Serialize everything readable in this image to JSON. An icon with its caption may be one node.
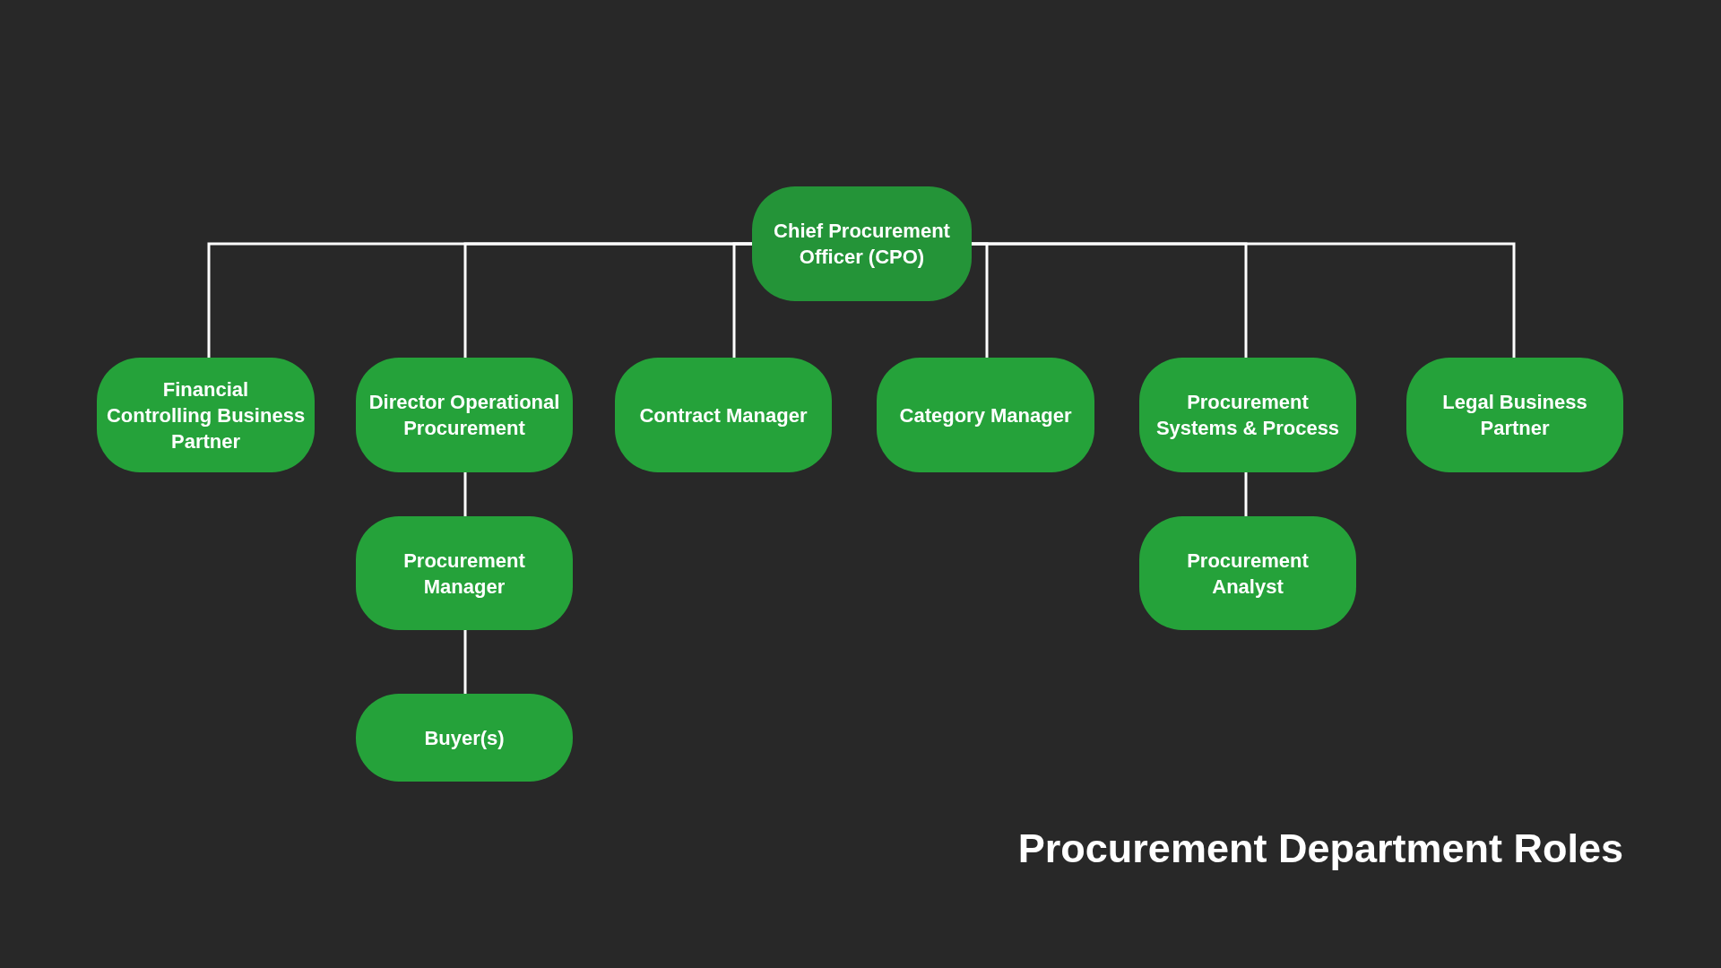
{
  "diagram": {
    "title": "Procurement Department Roles",
    "nodes": [
      {
        "text": [
          "Chief Procurement Officer (CPO)"
        ]
      },
      {
        "text": [
          "Financial Controlling Business Partner"
        ]
      },
      {
        "text": [
          "Director Operational Procurement"
        ]
      },
      {
        "text": [
          "Contract Manager"
        ]
      },
      {
        "text": [
          "Category Manager"
        ]
      },
      {
        "text": [
          "Procurement Systems & Process"
        ]
      },
      {
        "text": [
          "Legal Business Partner"
        ]
      },
      {
        "text": [
          "Procurement Manager"
        ]
      },
      {
        "text": [
          "Procurement Analyst"
        ]
      },
      {
        "text": [
          "Buyer(s)"
        ]
      }
    ],
    "edges": [
      {
        "from": 0,
        "to": 1,
        "arrow": "none"
      },
      {
        "from": 0,
        "to": 2,
        "arrow": "none"
      },
      {
        "from": 0,
        "to": 3,
        "arrow": "none"
      },
      {
        "from": 0,
        "to": 4,
        "arrow": "none"
      },
      {
        "from": 0,
        "to": 5,
        "arrow": "none"
      },
      {
        "from": 0,
        "to": 6,
        "arrow": "none"
      },
      {
        "from": 2,
        "to": 7,
        "arrow": "none"
      },
      {
        "from": 5,
        "to": 8,
        "arrow": "none"
      },
      {
        "from": 7,
        "to": 9,
        "arrow": "none"
      }
    ]
  }
}
